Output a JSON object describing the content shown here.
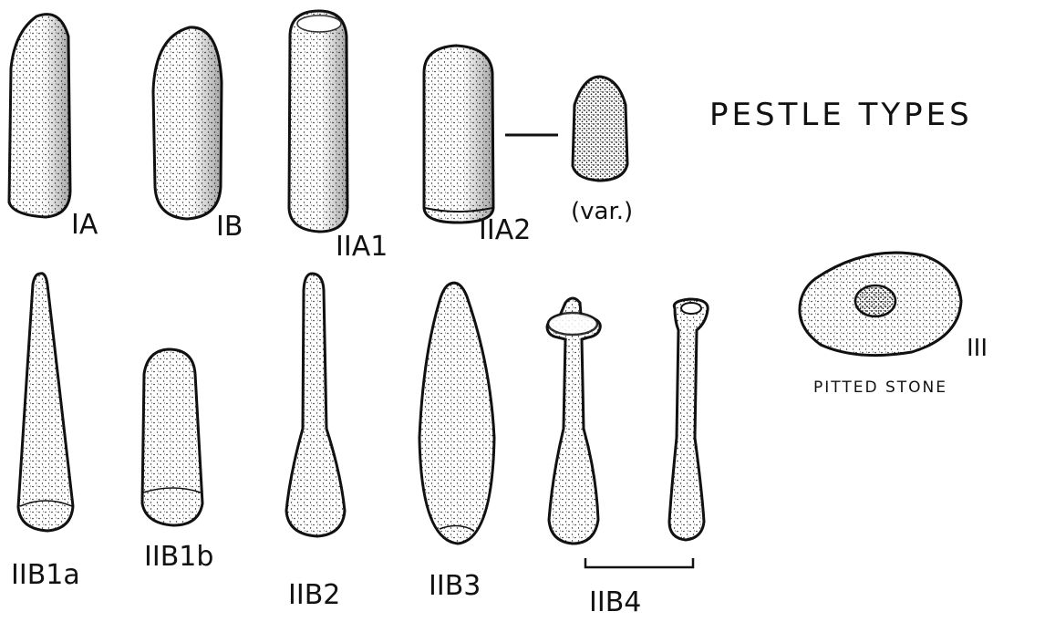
{
  "title": "PESTLE TYPES",
  "pestles": [
    {
      "label": "IA"
    },
    {
      "label": "IB"
    },
    {
      "label": "IIA1"
    },
    {
      "label": "IIA2"
    },
    {
      "label": "(var.)"
    },
    {
      "label": "IIB1a"
    },
    {
      "label": "IIB1b"
    },
    {
      "label": "IIB2"
    },
    {
      "label": "IIB3"
    },
    {
      "label": "IIB4"
    }
  ],
  "pitted_stone": {
    "label": "III",
    "caption": "PITTED STONE"
  }
}
